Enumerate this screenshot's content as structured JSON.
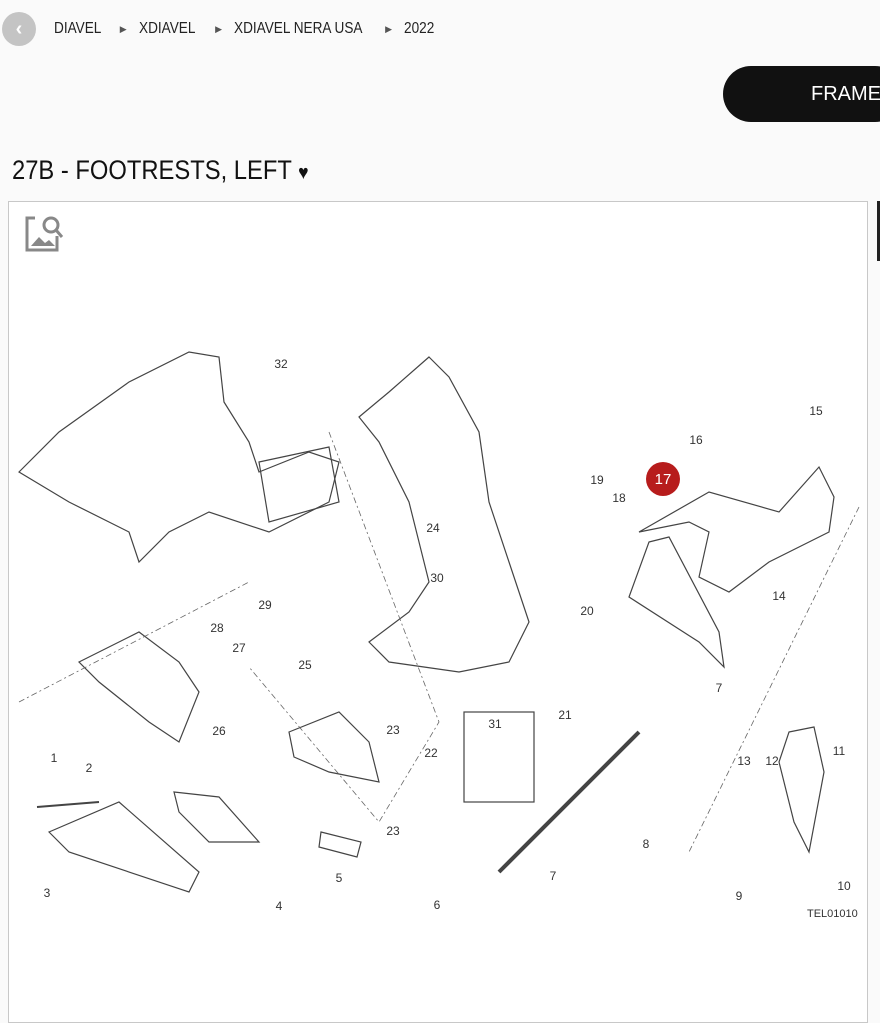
{
  "breadcrumb": {
    "items": [
      "DIAVEL",
      "XDIAVEL",
      "XDIAVEL NERA USA",
      "2022"
    ]
  },
  "category_button": "FRAME",
  "page_title": "27B - FOOTRESTS, LEFT",
  "diagram": {
    "callouts": [
      "1",
      "2",
      "3",
      "4",
      "5",
      "6",
      "7",
      "7",
      "8",
      "9",
      "10",
      "11",
      "12",
      "13",
      "14",
      "15",
      "16",
      "17",
      "18",
      "19",
      "20",
      "21",
      "22",
      "23",
      "23",
      "24",
      "25",
      "26",
      "27",
      "28",
      "29",
      "30",
      "31",
      "32"
    ],
    "highlighted": "17",
    "highlight_color": "#b71c1c",
    "drawing_ref": "TEL01010"
  }
}
